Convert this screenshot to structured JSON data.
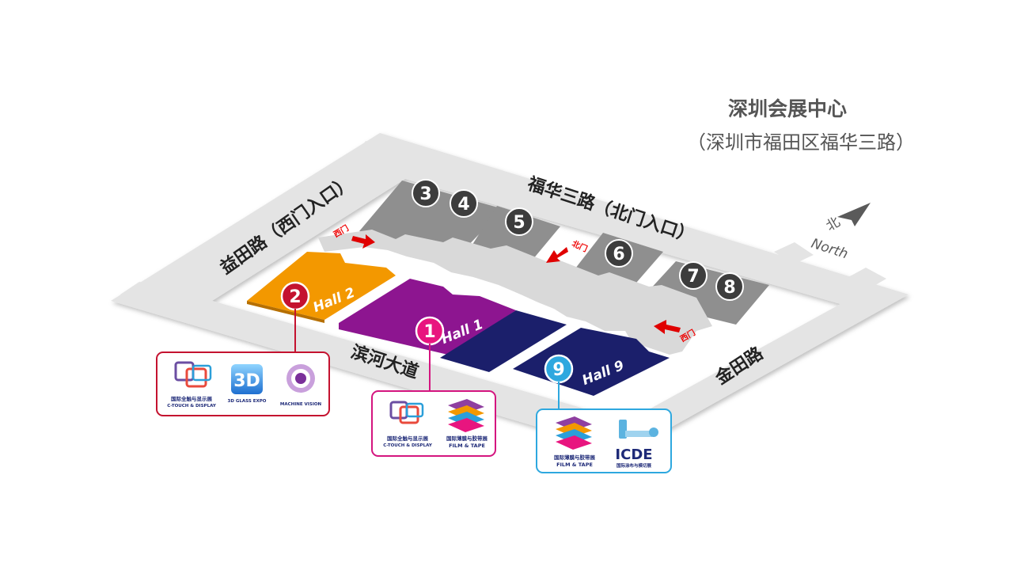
{
  "venue": {
    "title": "深圳会展中心",
    "address": "（深圳市福田区福华三路）"
  },
  "roads": {
    "north": "福华三路（北门入口）",
    "west": "益田路（西门入口）",
    "south": "滨河大道",
    "east": "金田路"
  },
  "compass": {
    "cn": "北",
    "en": "North"
  },
  "gates": {
    "west_left": "西门",
    "north": "北门",
    "west_right": "西门"
  },
  "halls": {
    "h3": "3",
    "h4": "4",
    "h5": "5",
    "h6": "6",
    "h7": "7",
    "h8": "8",
    "h1": {
      "num": "1",
      "name": "Hall 1",
      "color": "#8d1590"
    },
    "h2": {
      "num": "2",
      "name": "Hall 2",
      "color": "#f39800"
    },
    "h9": {
      "num": "9",
      "name": "Hall 9",
      "color": "#1b1f6b"
    }
  },
  "logos": {
    "hall2": {
      "ctouch_cn": "国际全触与显示展",
      "ctouch_en": "C-TOUCH & DISPLAY",
      "glass_big": "3D",
      "glass_small": "3D GLASS EXPO",
      "vision": "MACHINE VISION"
    },
    "hall1": {
      "ctouch_cn": "国际全触与显示展",
      "ctouch_en": "C-TOUCH & DISPLAY",
      "film_cn": "国际薄膜与胶带展",
      "film_en": "FILM & TAPE"
    },
    "hall9": {
      "film_cn": "国际薄膜与胶带展",
      "film_en": "FILM & TAPE",
      "icde": "ICDE",
      "icde_cn": "国际涂布与模切展"
    }
  },
  "colors": {
    "road": "#e4e4e4",
    "gray_hall": "#8f8f8f",
    "hall1": "#8d1590",
    "hall2": "#f39800",
    "hall9": "#1b1f6b",
    "hall2_callout": "#c4122f",
    "hall1_callout": "#d4157f",
    "hall9_callout": "#2ea8df"
  }
}
